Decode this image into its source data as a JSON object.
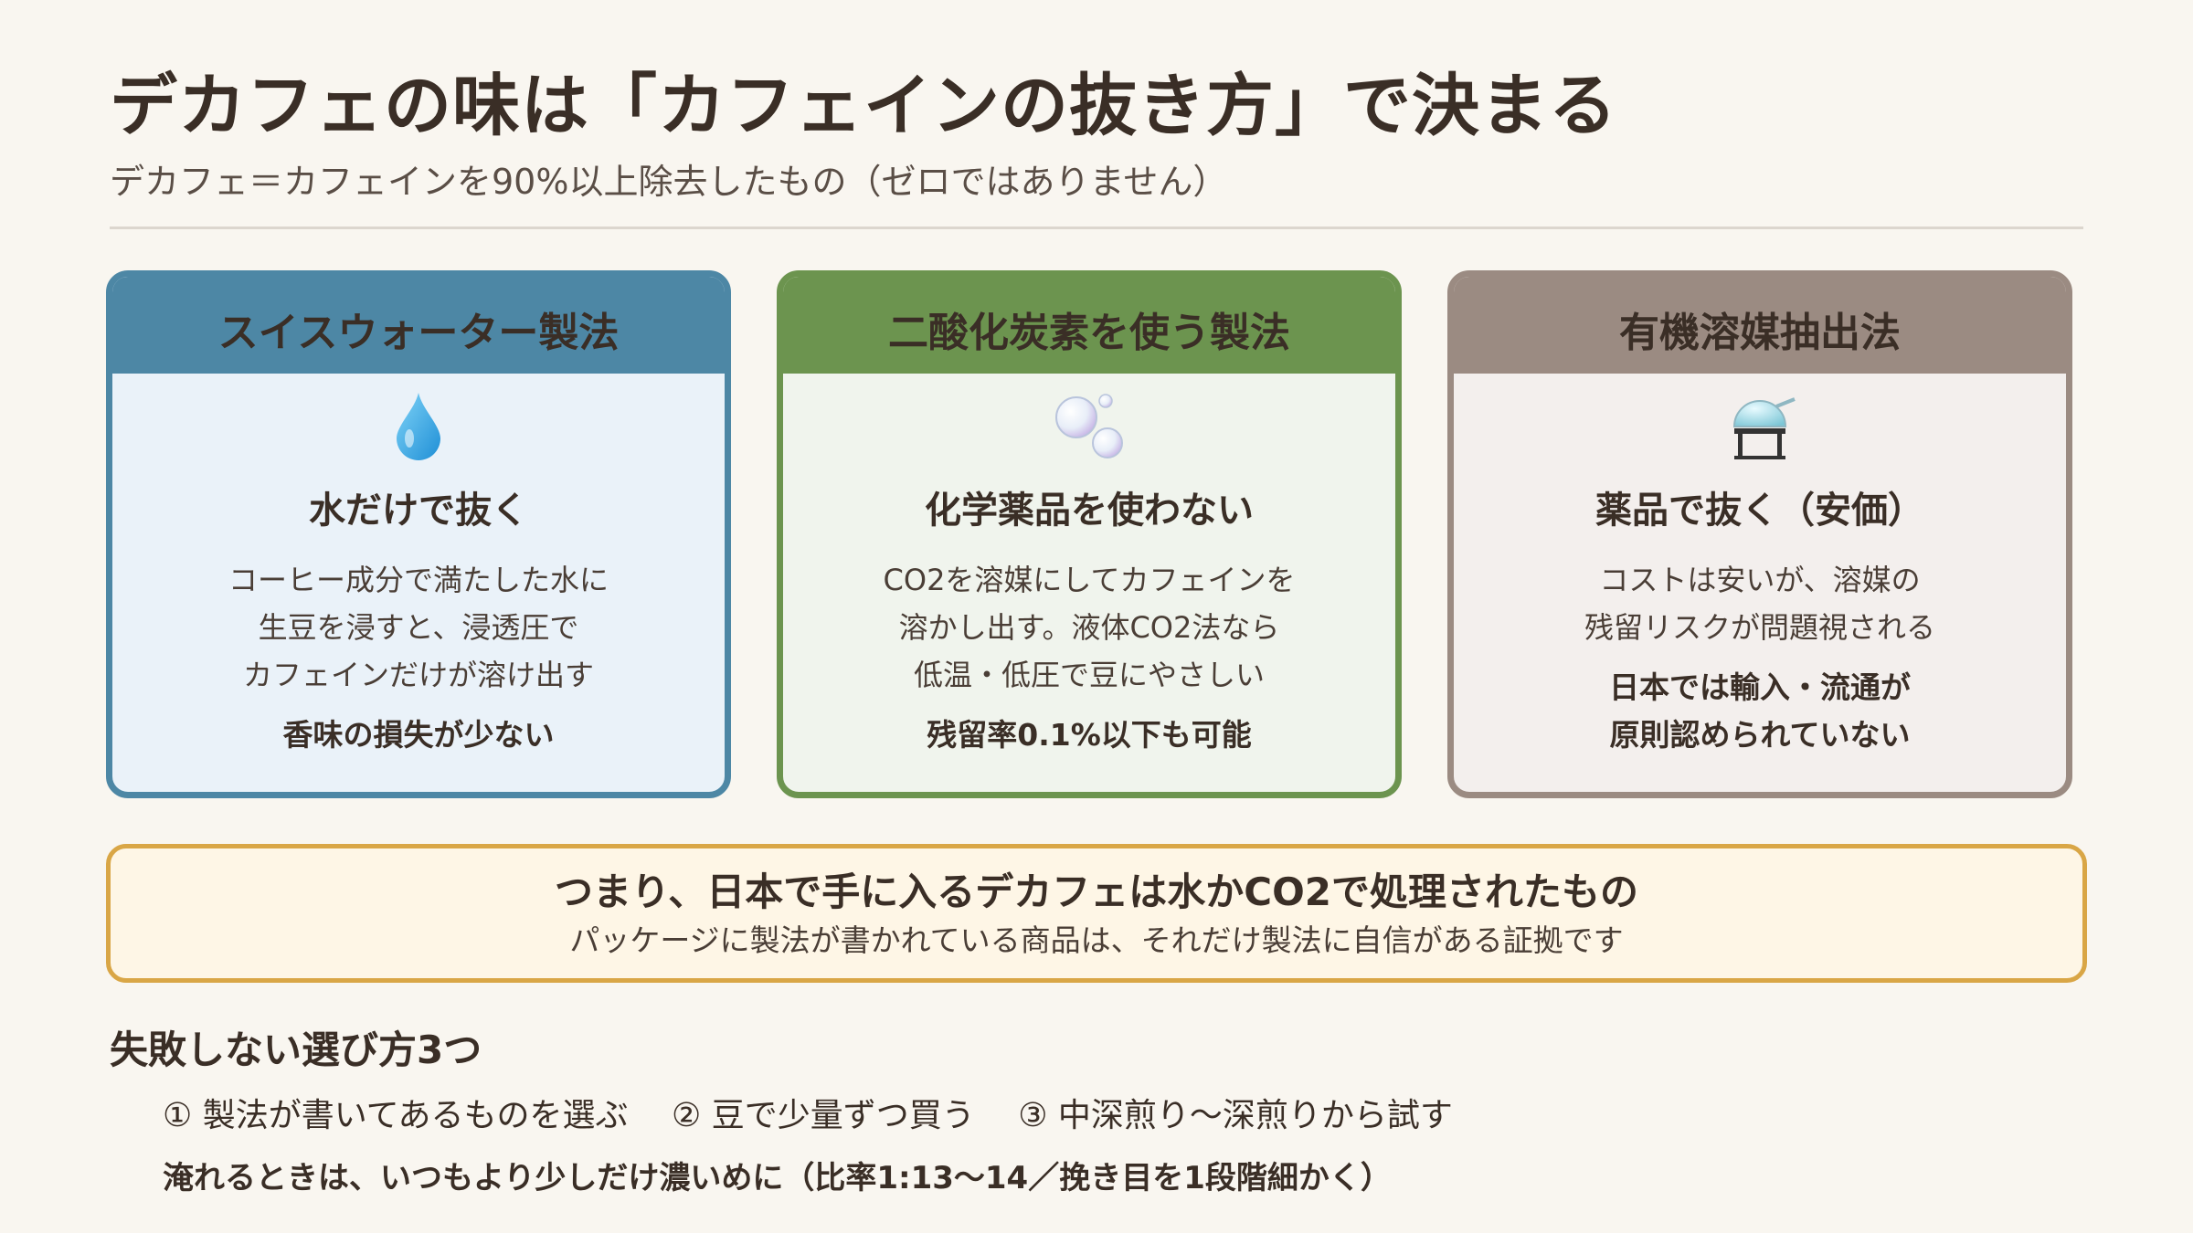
{
  "header": {
    "title": "デカフェの味は「カフェインの抜き方」で決まる",
    "subtitle": "デカフェ＝カフェインを90%以上除去したもの（ゼロではありません）"
  },
  "cards": [
    {
      "heading": "スイスウォーター製法",
      "icon": "water-drop-icon",
      "title": "水だけで抜く",
      "desc": [
        "コーヒー成分で満たした水に",
        "生豆を浸すと、浸透圧で",
        "カフェインだけが溶け出す"
      ],
      "note": [
        "香味の損失が少ない"
      ],
      "color": "#4d87a5"
    },
    {
      "heading": "二酸化炭素を使う製法",
      "icon": "bubbles-icon",
      "title": "化学薬品を使わない",
      "desc": [
        "CO2を溶媒にしてカフェインを",
        "溶かし出す。液体CO2法なら",
        "低温・低圧で豆にやさしい"
      ],
      "note": [
        "残留率0.1%以下も可能"
      ],
      "color": "#6c944f"
    },
    {
      "heading": "有機溶媒抽出法",
      "icon": "flask-icon",
      "title": "薬品で抜く（安価）",
      "desc": [
        "コストは安いが、溶媒の",
        "残留リスクが問題視される"
      ],
      "note": [
        "日本では輸入・流通が",
        "原則認められていない"
      ],
      "color": "#9b8b82"
    }
  ],
  "summary": {
    "line1": "つまり、日本で手に入るデカフェは水かCO2で処理されたもの",
    "line2": "パッケージに製法が書かれている商品は、それだけ製法に自信がある証拠です"
  },
  "tips": {
    "title": "失敗しない選び方3つ",
    "items": [
      "① 製法が書いてあるものを選ぶ",
      "② 豆で少量ずつ買う",
      "③ 中深煎り〜深煎りから試す"
    ],
    "note": "淹れるときは、いつもより少しだけ濃いめに（比率1:13〜14／挽き目を1段階細かく）"
  },
  "colors": {
    "accent_summary": "#d9a646",
    "background": "#f9f6f0"
  }
}
